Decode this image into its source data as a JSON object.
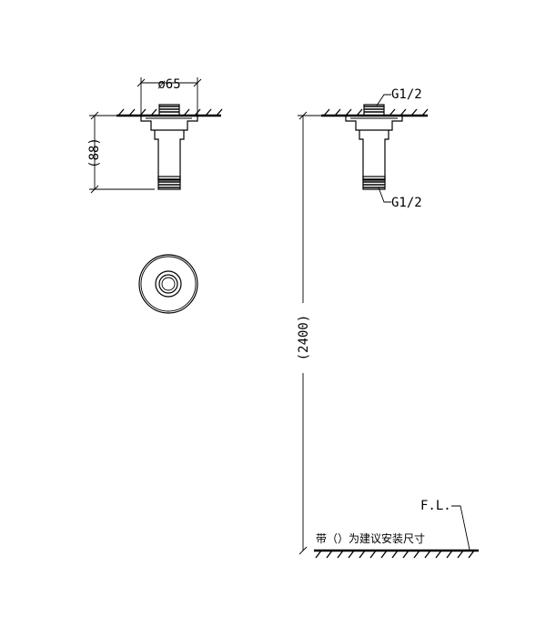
{
  "dimensions": {
    "diameter": "ø65",
    "projection": "(88)",
    "height": "(2400)"
  },
  "connections": {
    "inlet": "G1/2",
    "outlet": "G1/2"
  },
  "floor": {
    "label": "F.L."
  },
  "note": "带（）为建议安装尺寸"
}
